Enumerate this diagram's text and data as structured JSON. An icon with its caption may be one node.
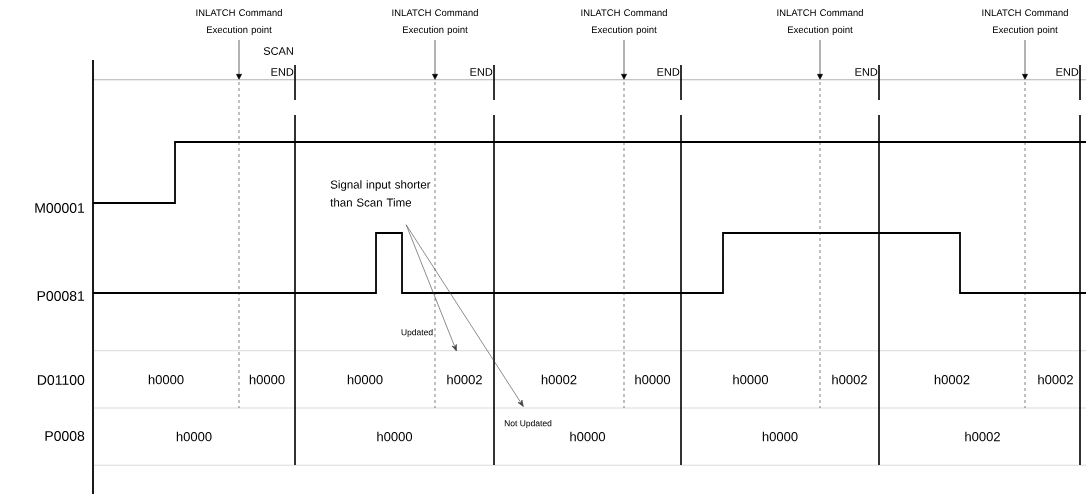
{
  "diagram": {
    "nodes": [
      {
        "text": [
          "Signal input shorter than Scan Time"
        ]
      },
      {
        "text": [
          "h0000"
        ]
      },
      {
        "text": [
          "h0000"
        ]
      },
      {
        "text": [
          "h0000"
        ]
      },
      {
        "text": [
          "h0002"
        ]
      },
      {
        "text": [
          "h0002"
        ]
      },
      {
        "text": [
          "h0000"
        ]
      },
      {
        "text": [
          "h0000"
        ]
      },
      {
        "text": [
          "h0002"
        ]
      },
      {
        "text": [
          "h0002"
        ]
      },
      {
        "text": [
          "h0002"
        ]
      },
      {
        "text": [
          "h0000"
        ]
      },
      {
        "text": [
          "h0000"
        ]
      },
      {
        "text": [
          "h0000"
        ]
      },
      {
        "text": [
          "h0000"
        ]
      },
      {
        "text": [
          "h0002"
        ]
      }
    ],
    "edges": [
      {
        "from": 0,
        "to": 4,
        "arrow": "to",
        "label": "Updated"
      },
      {
        "from": 0,
        "to": 5,
        "arrow": "to",
        "label": "Not Updated"
      }
    ],
    "labels": [
      "INLATCH Command Execution point",
      "INLATCH Command Execution point",
      "INLATCH Command Execution point",
      "INLATCH Command Execution point",
      "INLATCH Command Execution point",
      "SCAN END",
      "END",
      "END",
      "END",
      "END",
      "M00001",
      "P00081",
      "D01100",
      "P0008"
    ]
  }
}
